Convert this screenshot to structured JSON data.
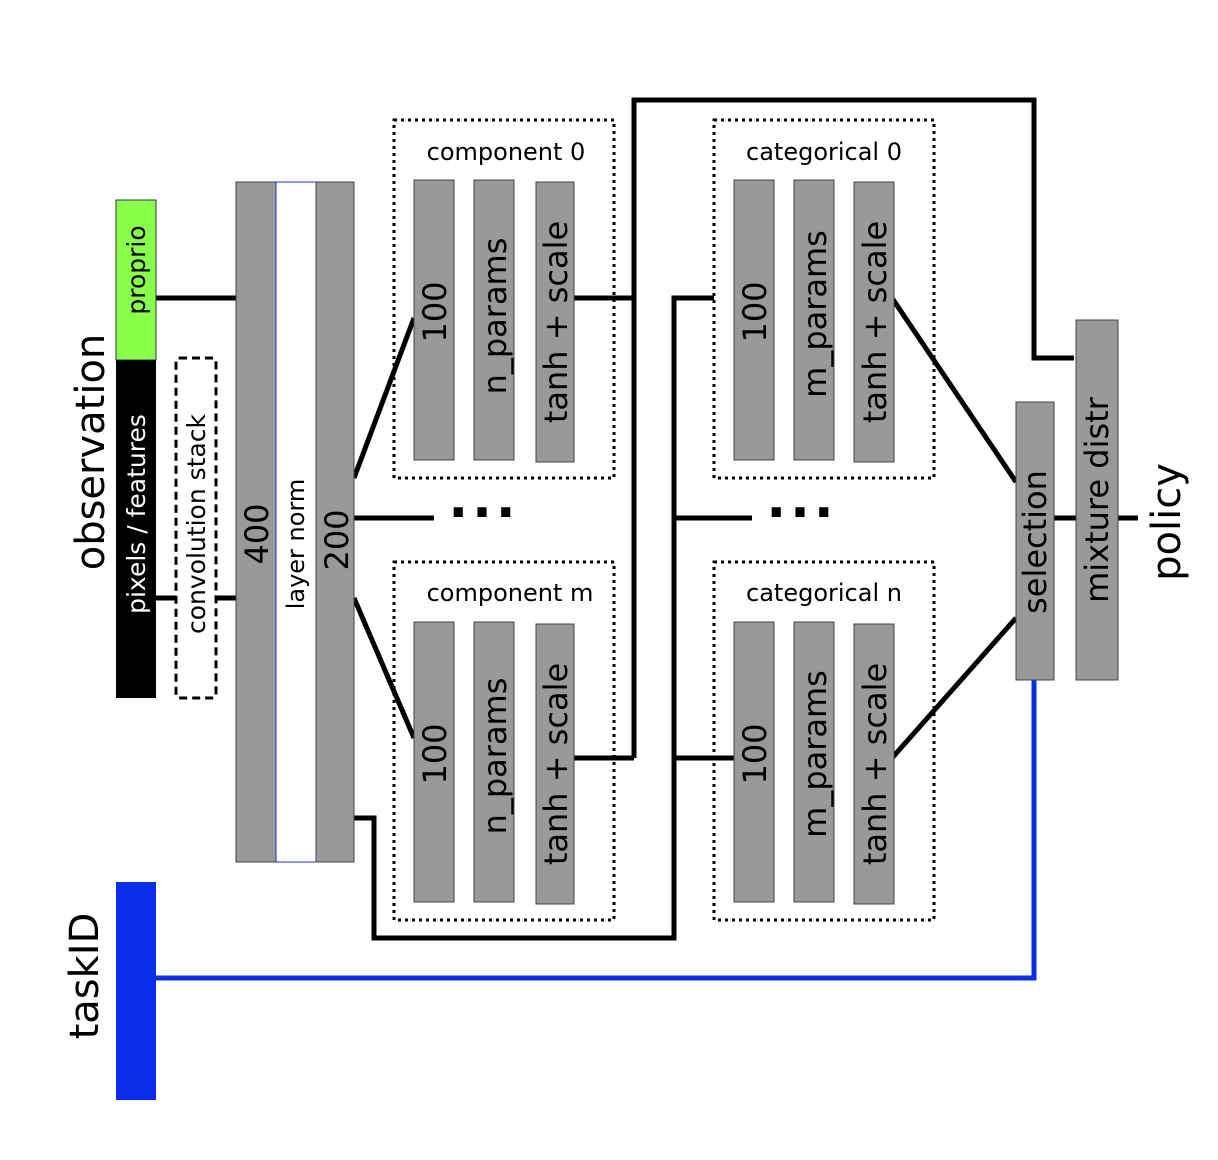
{
  "diagram": {
    "observation_label": "observation",
    "pixels_label": "pixels / features",
    "proprio_label": "proprio",
    "conv_label": "convolution stack",
    "torso_400": "400",
    "layer_norm": "layer norm",
    "torso_200": "200",
    "ellipsis": "···",
    "component_0_title": "component 0",
    "component_m_title": "component m",
    "categorical_0_title": "categorical 0",
    "categorical_n_title": "categorical n",
    "layer_100": "100",
    "n_params": "n_params",
    "m_params": "m_params",
    "tanh_scale": "tanh + scale",
    "selection": "selection",
    "mixture": "mixture distr",
    "policy": "policy",
    "taskid": "taskID"
  },
  "colors": {
    "proprio_fill": "#88ff4a",
    "block_fill": "#999999",
    "task_blue": "#0a2ee8",
    "input_black": "#000000"
  }
}
